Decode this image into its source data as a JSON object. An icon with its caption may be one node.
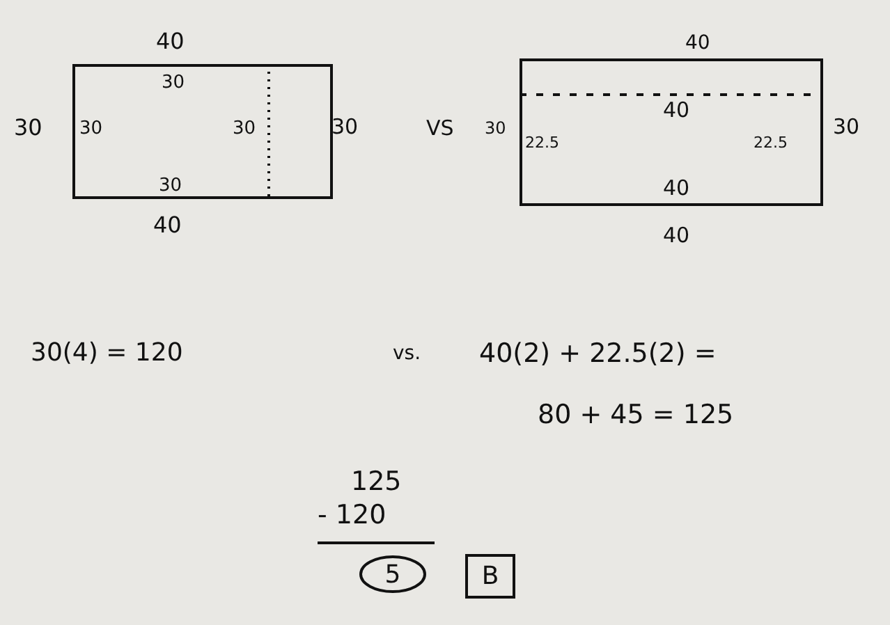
{
  "diagram": {
    "nodes": [
      {
        "text": [],
        "shape": "box"
      },
      {
        "text": [],
        "shape": "box"
      },
      {
        "text": [
          "5"
        ]
      },
      {
        "text": [
          "B"
        ]
      }
    ],
    "labels": [
      "40",
      "40",
      "30",
      "40",
      "30",
      "30",
      "30",
      "30",
      "VS",
      "30",
      "22.5",
      "22.5",
      "30",
      "30",
      "40",
      "40",
      "40",
      "30(4) = 120",
      "vs.",
      "40(2) + 22.5(2) =",
      "80 + 45 = 125",
      "125",
      "- 120"
    ]
  }
}
